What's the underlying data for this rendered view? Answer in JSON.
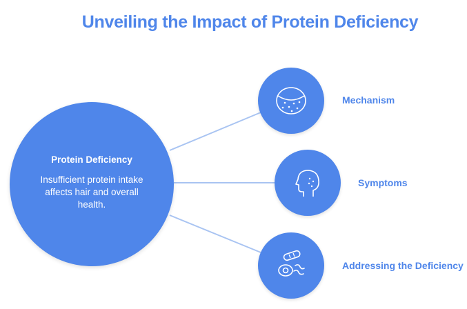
{
  "title": "Unveiling the Impact of Protein Deficiency",
  "center": {
    "title": "Protein Deficiency",
    "description": "Insufficient protein intake affects hair and overall health."
  },
  "branches": [
    {
      "label": "Mechanism",
      "icon": "cell-icon"
    },
    {
      "label": "Symptoms",
      "icon": "head-profile-icon"
    },
    {
      "label": "Addressing the Deficiency",
      "icon": "food-icon"
    }
  ],
  "colors": {
    "accent": "#4f86ea",
    "connector": "#a9c4f2",
    "text_on_accent": "#ffffff"
  }
}
